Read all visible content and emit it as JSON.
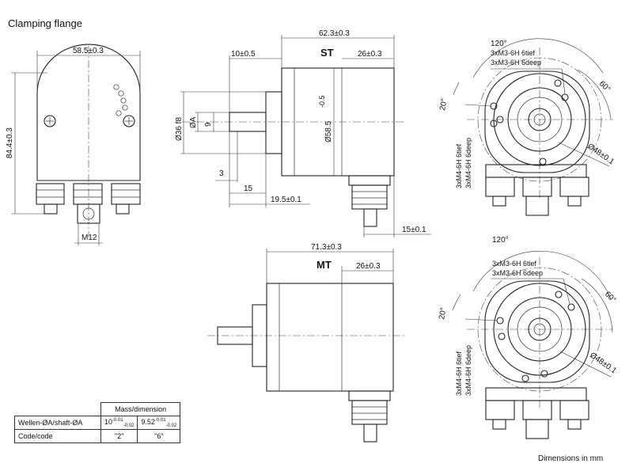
{
  "title": "Clamping flange",
  "footer": "Dimensions in mm",
  "front_view": {
    "width_dim": "58.5±0.3",
    "height_dim": "84.4±0.3",
    "connector_dim": "M12"
  },
  "st_view": {
    "variant_label": "ST",
    "overall_dim": "62.3±0.3",
    "shaft_dim": "10±0.5",
    "rear_dim": "26±0.3",
    "flange_dia": "Ø36 f8",
    "shaft_dia": "ØA",
    "dim_9": "9",
    "body_dia": "Ø58.5",
    "body_dia_tol": "-0.5",
    "dim_3": "3",
    "dim_15": "15",
    "dim_19_5": "19.5±0.1",
    "dim_15_1": "15±0.1"
  },
  "mt_view": {
    "variant_label": "MT",
    "overall_dim": "71.3±0.3",
    "rear_dim": "26±0.3"
  },
  "face_view_top": {
    "angle_120": "120°",
    "angle_60": "60°",
    "angle_20": "20°",
    "thread_m3_a": "3xM3-6H 6tief",
    "thread_m3_b": "3xM3-6H 6deep",
    "thread_m4_a": "3xM4-6H 6tief",
    "thread_m4_b": "3xM4-6H 6deep",
    "bolt_circle": "Ø48±0.1"
  },
  "face_view_bottom": {
    "angle_120": "120°",
    "angle_60": "60°",
    "angle_20": "20°",
    "thread_m3_a": "3xM3-6H 6tief",
    "thread_m3_b": "3xM3-6H 6deep",
    "thread_m4_a": "3xM4-6H 6tief",
    "thread_m4_b": "3xM4-6H 6deep",
    "bolt_circle": "Ø48±0.1"
  },
  "table": {
    "header": "Mass/dimension",
    "row1_label": "Wellen-ØA/shaft-ØA",
    "row1_v1": "10",
    "row1_v1_sup": "-0.01",
    "row1_v1_sub": "-0.02",
    "row1_v2": "9.52",
    "row1_v2_sup": "-0.01",
    "row1_v2_sub": "-0.02",
    "row2_label": "Code/code",
    "row2_v1": "\"2\"",
    "row2_v2": "\"6\""
  }
}
